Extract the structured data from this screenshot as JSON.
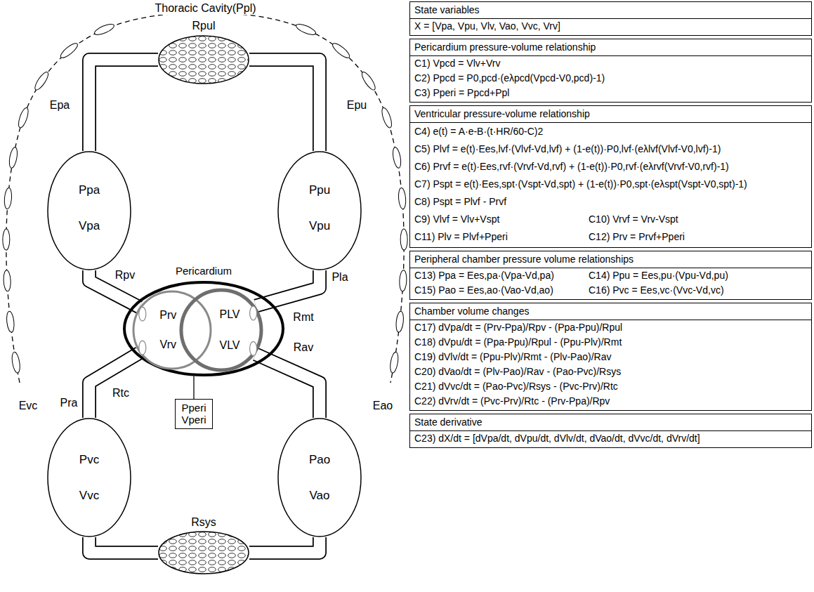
{
  "diagram": {
    "nodes": [
      {
        "text": [
          "Thoracic Cavity(Ppl)"
        ]
      },
      {
        "text": [
          "Rpul"
        ],
        "in": 0
      },
      {
        "text": [
          "Ppa",
          "Vpa"
        ],
        "in": 0
      },
      {
        "text": [
          "Ppu",
          "Vpu"
        ],
        "in": 0
      },
      {
        "text": [
          "Pericardium"
        ],
        "in": 0
      },
      {
        "text": [
          "Prv",
          "Vrv"
        ],
        "in": 4
      },
      {
        "text": [
          "PLV",
          "VLV"
        ],
        "in": 4
      },
      {
        "text": [
          "Pperi",
          "Vperi"
        ]
      },
      {
        "text": [
          "Pvc",
          "Vvc"
        ]
      },
      {
        "text": [
          "Pao",
          "Vao"
        ]
      },
      {
        "text": [
          "Rsys"
        ]
      },
      {
        "text": [
          "State variables",
          "X = [Vpa, Vpu, Vlv, Vao, Vvc, Vrv]"
        ]
      },
      {
        "text": [
          "Pericardium pressure-volume relationship",
          "C1) Vpcd = Vlv+Vrv",
          "C2) Ppcd = P0,pcd·(eλpcd(Vpcd-V0,pcd)-1)",
          "C3) Pperi = Ppcd+Ppl"
        ]
      },
      {
        "text": [
          "Ventricular pressure-volume relationship",
          "C4) e(t) = A·e-B·(t·HR/60-C)2",
          "C5) Plvf = e(t)·Ees,lvf·(Vlvf-Vd,lvf) + (1-e(t))·P0,lvf·(eλlvf(Vlvf-V0,lvf)-1)",
          "C6) Prvf = e(t)·Ees,rvf·(Vrvf-Vd,rvf) + (1-e(t))·P0,rvf·(eλrvf(Vrvf-V0,rvf)-1)",
          "C7) Pspt = e(t)·Ees,spt·(Vspt-Vd,spt) + (1-e(t))·P0,spt·(eλspt(Vspt-V0,spt)-1)",
          "C8) Pspt = Plvf - Prvf",
          "C9) Vlvf = Vlv+Vspt",
          "C10) Vrvf = Vrv-Vspt",
          "C11) Plv = Plvf+Pperi",
          "C12) Prv = Prvf+Pperi"
        ]
      },
      {
        "text": [
          "Peripheral chamber pressure volume relationships",
          "C13) Ppa = Ees,pa·(Vpa-Vd,pa)",
          "C14) Ppu = Ees,pu·(Vpu-Vd,pu)",
          "C15) Pao = Ees,ao·(Vao-Vd,ao)",
          "C16) Pvc = Ees,vc·(Vvc-Vd,vc)"
        ]
      },
      {
        "text": [
          "Chamber volume changes",
          "C17) dVpa/dt = (Prv-Ppa)/Rpv - (Ppa-Ppu)/Rpul",
          "C18) dVpu/dt = (Ppa-Ppu)/Rpul - (Ppu-Plv)/Rmt",
          "C19) dVlv/dt = (Ppu-Plv)/Rmt - (Plv-Pao)/Rav",
          "C20) dVao/dt = (Plv-Pao)/Rav - (Pao-Pvc)/Rsys",
          "C21) dVvc/dt = (Pao-Pvc)/Rsys - (Pvc-Prv)/Rtc",
          "C22) dVrv/dt = (Pvc-Prv)/Rtc - (Prv-Ppa)/Rpv"
        ]
      },
      {
        "text": [
          "State derivative",
          "C23) dX/dt = [dVpa/dt, dVpu/dt, dVlv/dt, dVao/dt, dVvc/dt, dVrv/dt]"
        ]
      }
    ],
    "edges": [
      {
        "from": 2,
        "to": 1,
        "arrow": "none"
      },
      {
        "from": 1,
        "to": 3,
        "arrow": "none"
      },
      {
        "from": 3,
        "to": 6,
        "label": "Rmt",
        "arrow": "none"
      },
      {
        "from": 6,
        "to": 9,
        "label": "Rav",
        "arrow": "none"
      },
      {
        "from": 9,
        "to": 10,
        "arrow": "none"
      },
      {
        "from": 10,
        "to": 8,
        "arrow": "none"
      },
      {
        "from": 8,
        "to": 5,
        "label": "Rtc",
        "arrow": "none"
      },
      {
        "from": 5,
        "to": 2,
        "label": "Rpv",
        "arrow": "none"
      },
      {
        "from": 7,
        "to": 4,
        "arrow": "none"
      }
    ],
    "labels": [
      "Epa",
      "Epu",
      "Pla",
      "Pra",
      "Evc",
      "Eao"
    ]
  }
}
